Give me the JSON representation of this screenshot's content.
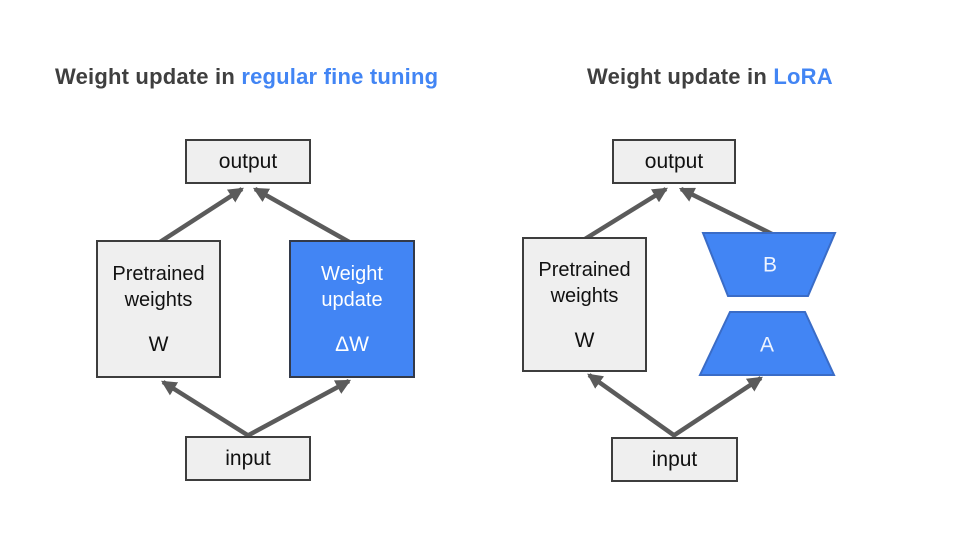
{
  "titles": {
    "left": {
      "prefix": "Weight update in ",
      "highlight": "regular fine tuning"
    },
    "right": {
      "prefix": "Weight update in ",
      "highlight": "LoRA"
    }
  },
  "left_diagram": {
    "output_label": "output",
    "input_label": "input",
    "pretrained": {
      "label": "Pretrained weights",
      "symbol": "W"
    },
    "update": {
      "label": "Weight update",
      "symbol": "ΔW"
    }
  },
  "right_diagram": {
    "output_label": "output",
    "input_label": "input",
    "pretrained": {
      "label": "Pretrained weights",
      "symbol": "W"
    },
    "matrix_b_label": "B",
    "matrix_a_label": "A"
  },
  "colors": {
    "accent_blue": "#4285f4",
    "trapezoid_border": "#3a6cc7",
    "box_fill": "#efefef",
    "box_border": "#3d3d3d",
    "arrow": "#5b5b5b",
    "title_dark": "#3f3f3f"
  }
}
